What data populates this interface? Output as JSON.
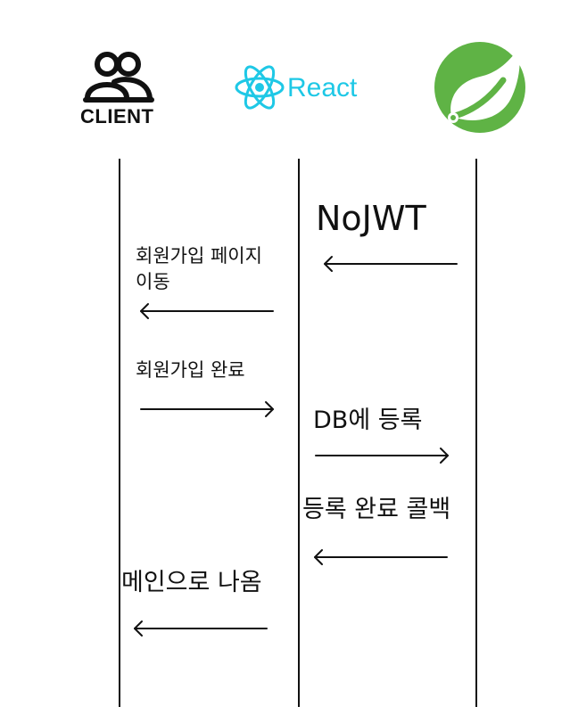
{
  "participants": {
    "client": {
      "label": "CLIENT",
      "icon": "users-icon"
    },
    "react": {
      "label": "React",
      "icon": "react-atom-icon",
      "color": "#1ec8e6"
    },
    "spring": {
      "icon": "spring-leaf-icon",
      "color": "#5fb345"
    }
  },
  "messages": [
    {
      "id": "m1",
      "text": "NoJWT",
      "from": "spring",
      "to": "react"
    },
    {
      "id": "m2",
      "text": "회원가입 페이지\n이동",
      "from": "react",
      "to": "client"
    },
    {
      "id": "m3",
      "text": "회원가입 완료",
      "from": "client",
      "to": "react"
    },
    {
      "id": "m4",
      "text": "DB에 등록",
      "from": "react",
      "to": "spring"
    },
    {
      "id": "m5",
      "text": "등록 완료 콜백",
      "from": "spring",
      "to": "react"
    },
    {
      "id": "m6",
      "text": "메인으로 나옴",
      "from": "react",
      "to": "client"
    }
  ]
}
